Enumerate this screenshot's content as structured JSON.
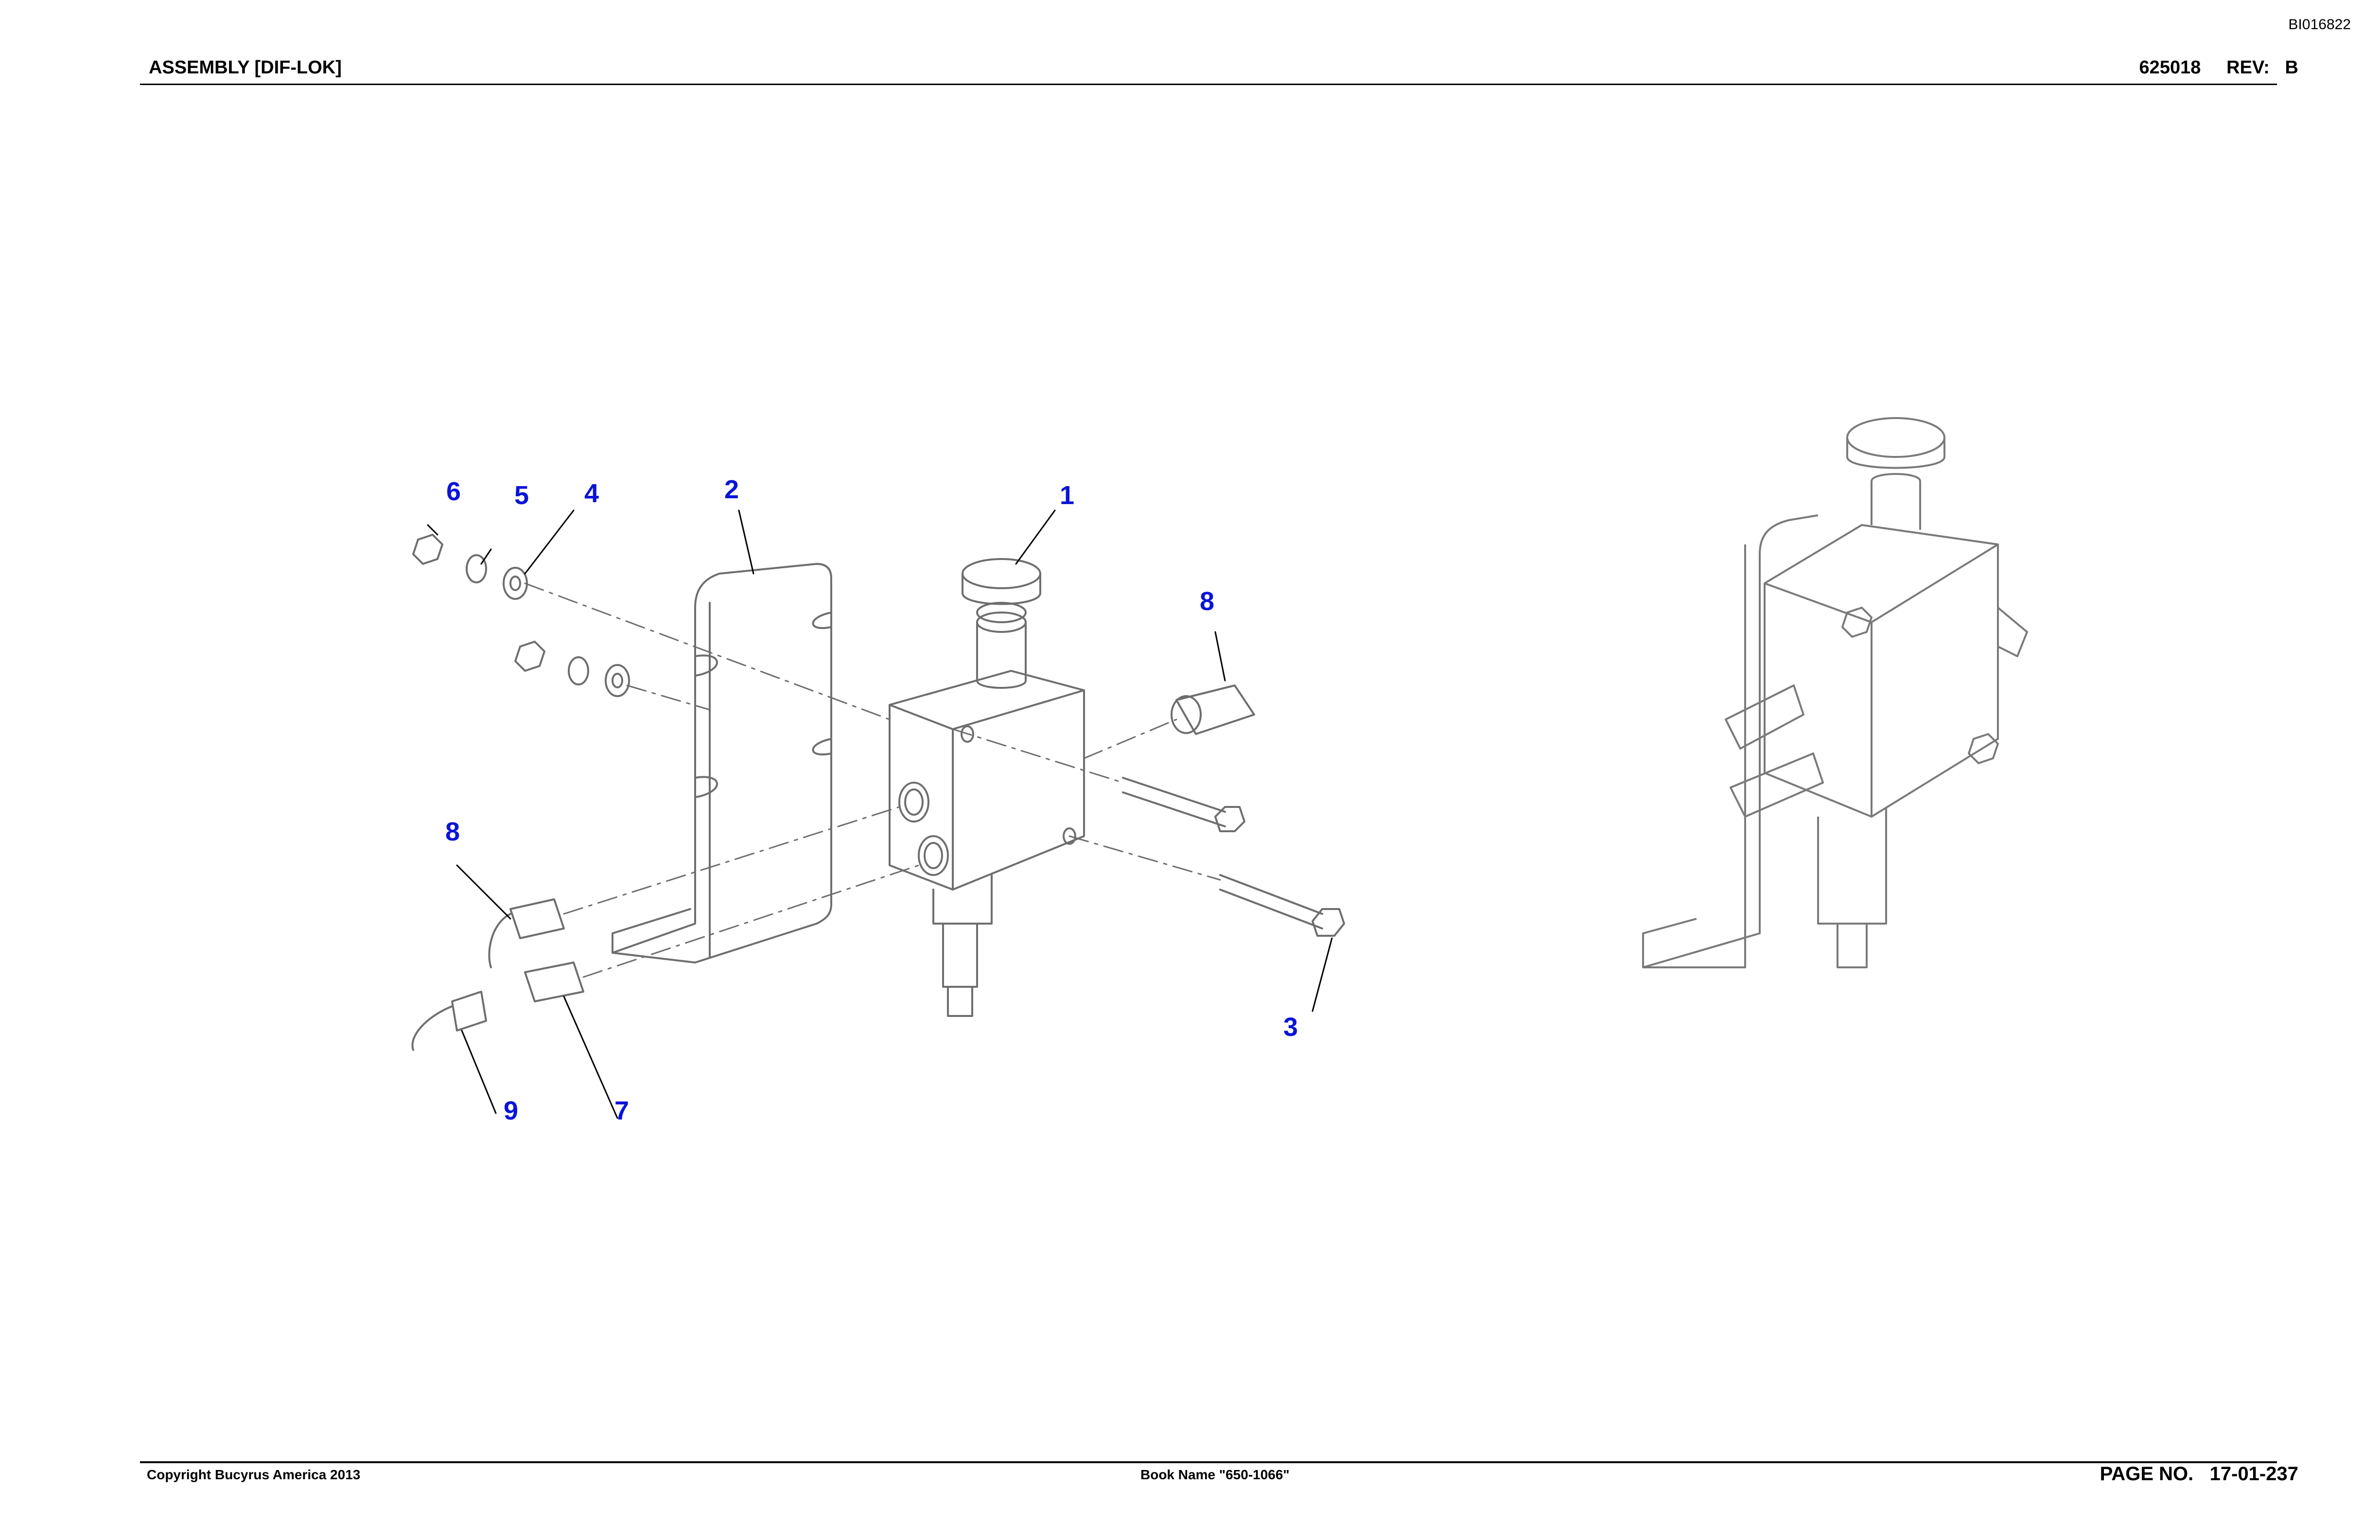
{
  "header": {
    "doc_id": "BI016822",
    "title": "ASSEMBLY [DIF-LOK]",
    "part_number": "625018",
    "rev_label": "REV:",
    "rev_value": "B"
  },
  "footer": {
    "copyright": "Copyright Bucyrus America 2013",
    "book_name": "Book Name \"650-1066\"",
    "page_label": "PAGE NO.",
    "page_value": "17-01-237"
  },
  "callouts": {
    "c1": "1",
    "c2": "2",
    "c3": "3",
    "c4": "4",
    "c5": "5",
    "c6": "6",
    "c7": "7",
    "c8a": "8",
    "c8b": "8",
    "c9": "9"
  },
  "colors": {
    "callout": "#0a14d8",
    "line_art": "#6e6e6e"
  }
}
